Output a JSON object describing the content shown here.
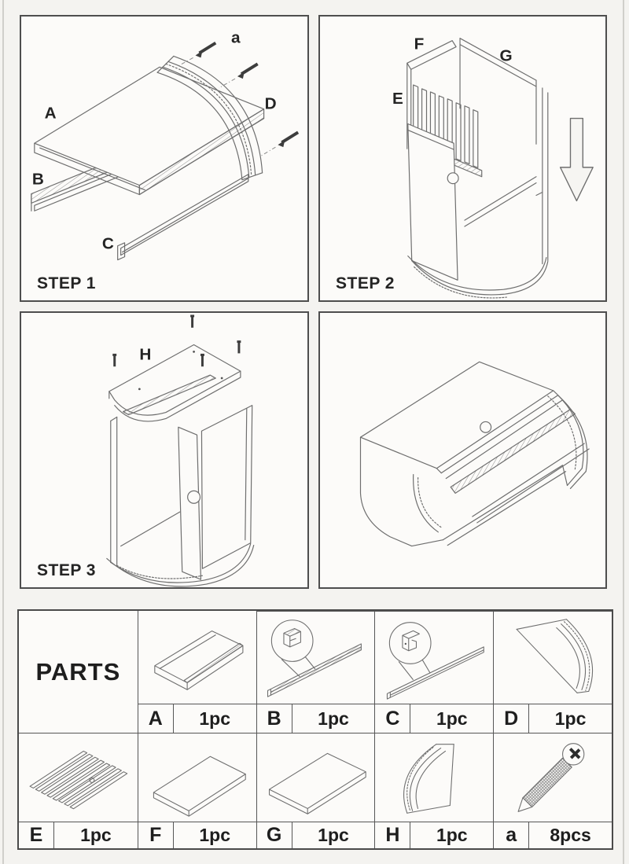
{
  "colors": {
    "background": "#f4f3f0",
    "panel_fill": "#fcfbf9",
    "border": "#4e4e4e",
    "sketch_line": "#6e6e6e",
    "screw_dark": "#3d3d3d",
    "text": "#242424"
  },
  "panels": {
    "step1": {
      "caption": "STEP 1",
      "labels": {
        "A": "A",
        "B": "B",
        "C": "C",
        "D": "D",
        "a": "a"
      }
    },
    "step2": {
      "caption": "STEP 2",
      "labels": {
        "E": "E",
        "F": "F",
        "G": "G"
      }
    },
    "step3": {
      "caption": "STEP 3",
      "labels": {
        "H": "H"
      }
    },
    "finished": {}
  },
  "parts_table": {
    "title": "PARTS",
    "items": [
      {
        "letter": "A",
        "qty": "1pc"
      },
      {
        "letter": "B",
        "qty": "1pc"
      },
      {
        "letter": "C",
        "qty": "1pc"
      },
      {
        "letter": "D",
        "qty": "1pc"
      },
      {
        "letter": "E",
        "qty": "1pc"
      },
      {
        "letter": "F",
        "qty": "1pc"
      },
      {
        "letter": "G",
        "qty": "1pc"
      },
      {
        "letter": "H",
        "qty": "1pc"
      },
      {
        "letter": "a",
        "qty": "8pcs"
      }
    ]
  }
}
